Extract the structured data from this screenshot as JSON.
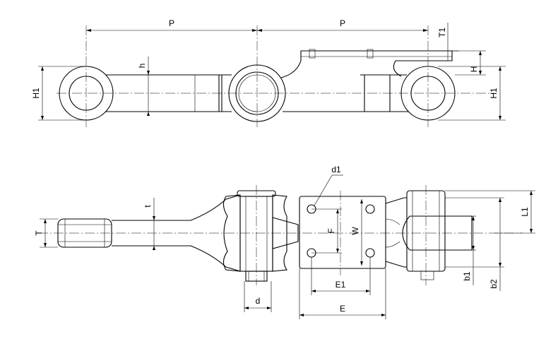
{
  "labels": {
    "P_left": "P",
    "P_right": "P",
    "T1": "T1",
    "h": "h",
    "H": "H",
    "H1_left": "H1",
    "H1_right": "H1",
    "d1": "d1",
    "t": "t",
    "T": "T",
    "F": "F",
    "W": "W",
    "L1": "L1",
    "b1": "b1",
    "b2": "b2",
    "E1": "E1",
    "E": "E",
    "d": "d"
  }
}
